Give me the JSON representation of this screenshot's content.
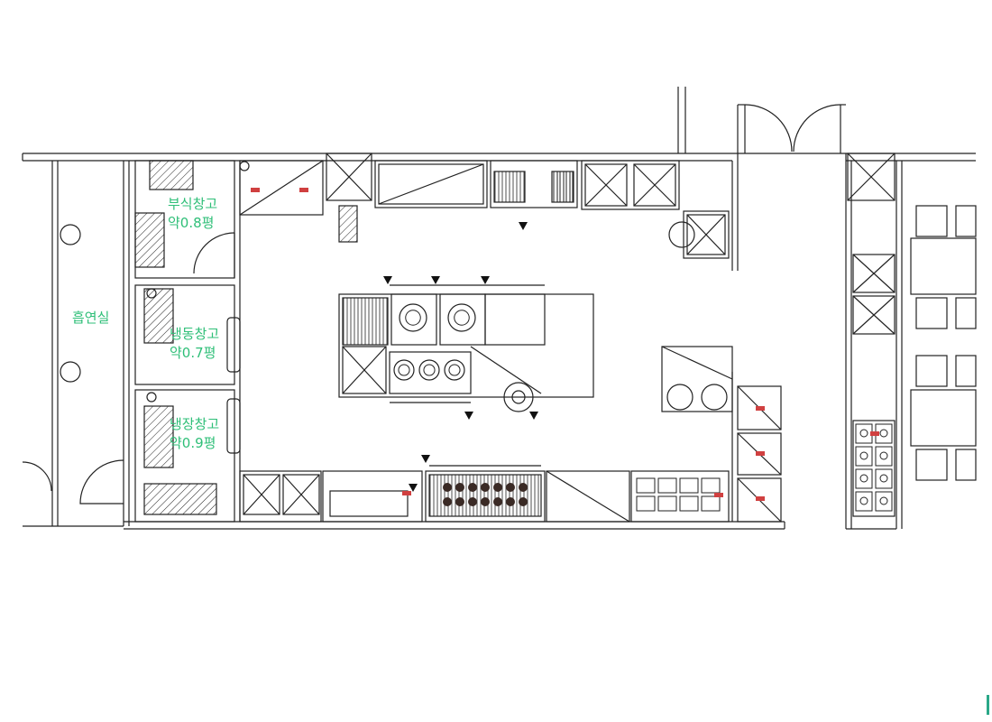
{
  "colors": {
    "line": "#222222",
    "label": "#2fbf78",
    "burner": "#3a2a25",
    "accent_red": "#d04040",
    "edge_mark": "#2aa888"
  },
  "labels": {
    "pipe_room": "흡연실",
    "storage": {
      "name": "부식창고",
      "area": "약0.8평"
    },
    "freezer": {
      "name": "냉동창고",
      "area": "약0.7평"
    },
    "cooler": {
      "name": "냉장창고",
      "area": "약0.9평"
    }
  },
  "icons": {
    "stair_hatch": "stair-hatch-icon",
    "burner": "burner-icon",
    "sink": "sink-icon",
    "door_swing": "door-swing-icon",
    "triangle_marker": "triangle-marker-icon"
  }
}
